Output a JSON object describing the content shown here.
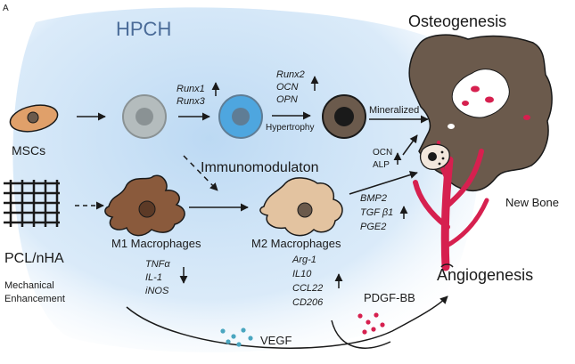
{
  "corner_mark": "A",
  "hydrogel_label": "HPCH",
  "title": "Osteogenesis",
  "subtitle_bottom": "Angiogenesis",
  "new_bone_label": "New Bone",
  "immuno_label": "Immunomodulaton",
  "msc_label": "MSCs",
  "scaffold_label": "PCL/nHA",
  "mechanical_label_line1": "Mechanical",
  "mechanical_label_line2": "Enhancement",
  "m1_label": "M1 Macrophages",
  "m2_label": "M2 Macrophages",
  "genes_early": [
    "Runx1",
    "Runx3"
  ],
  "genes_mid": [
    "Runx2",
    "OCN",
    "OPN"
  ],
  "hypertrophy_label": "Hypertrophy",
  "mineralized_label": "Mineralized",
  "ocn_alp": [
    "OCN",
    "ALP"
  ],
  "growth_factors": [
    "BMP2",
    "TGF β1",
    "PGE2"
  ],
  "m1_markers": [
    "TNFα",
    "IL-1",
    "iNOS"
  ],
  "m2_markers": [
    "Arg-1",
    "IL10",
    "CCL22",
    "CD206"
  ],
  "pdgf_label": "PDGF-BB",
  "vegf_label": "VEGF",
  "colors": {
    "gel_blue": "#bcd9f3",
    "bone_brown": "#6b5a4c",
    "vessel_red": "#d6204f",
    "m1_brown": "#8a5a3c",
    "m2_tan": "#e3c3a0",
    "msc_tan": "#e0a06a"
  }
}
